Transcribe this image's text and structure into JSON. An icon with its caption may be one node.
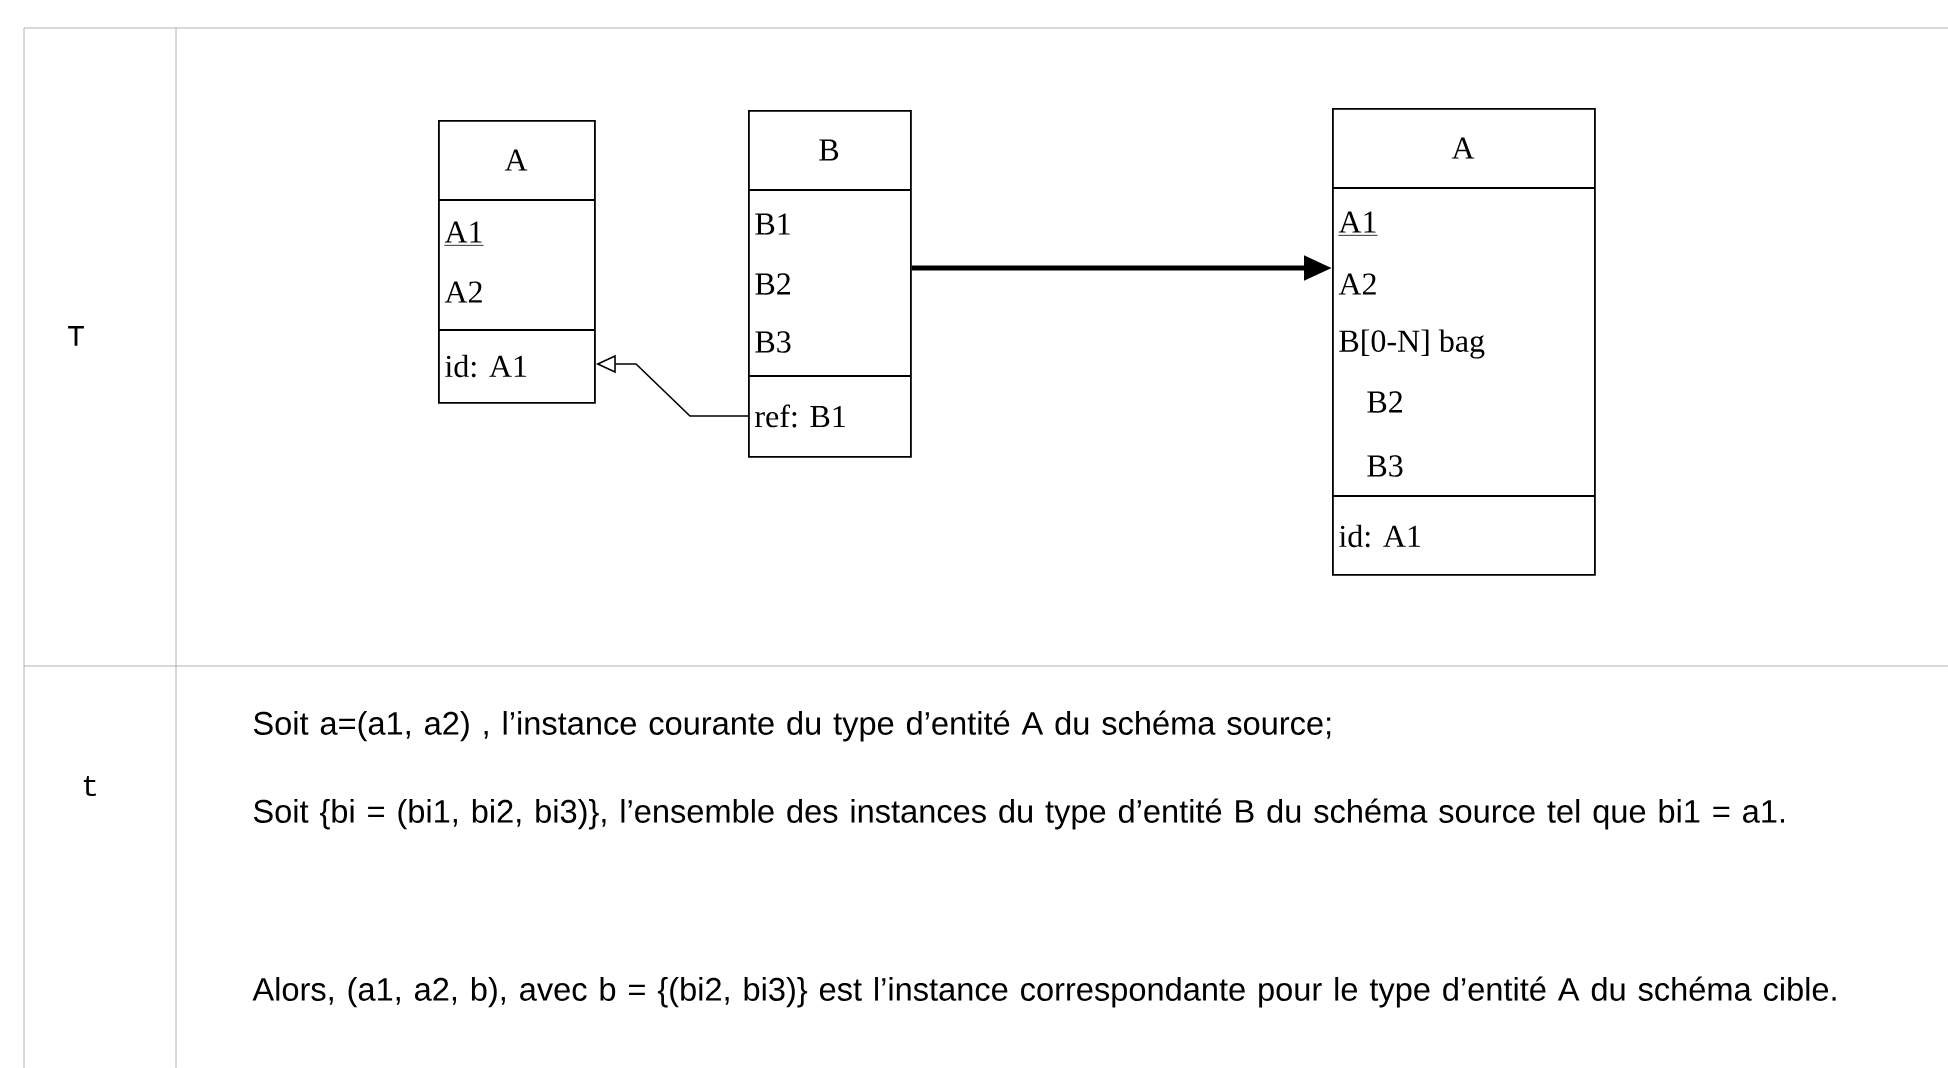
{
  "diagram": {
    "nodes": [
      {
        "text": [
          "A",
          "A1",
          "A2",
          "id: A1"
        ]
      },
      {
        "text": [
          "B",
          "B1",
          "B2",
          "B3",
          "ref: B1"
        ]
      },
      {
        "text": [
          "A",
          "A1",
          "A2",
          "B[0-N] bag",
          "B2",
          "B3",
          "id: A1"
        ]
      }
    ],
    "edges": [
      {
        "from": 1,
        "to": 0,
        "arrow": "to"
      },
      {
        "from": 1,
        "to": 2,
        "arrow": "to",
        "style": "thick"
      }
    ],
    "labels": [
      "T",
      "t",
      "Soit a=(a1, a2) , l’instance courante du type d’entité A du schéma source;",
      "Soit {bi = (bi1, bi2, bi3)}, l’ensemble des instances du type d’entité B du schéma source tel que bi1 = a1.",
      "Alors, (a1, a2, b), avec b = {(bi2, bi3)} est l’instance correspondante pour le type d’entité A du schéma cible."
    ]
  }
}
